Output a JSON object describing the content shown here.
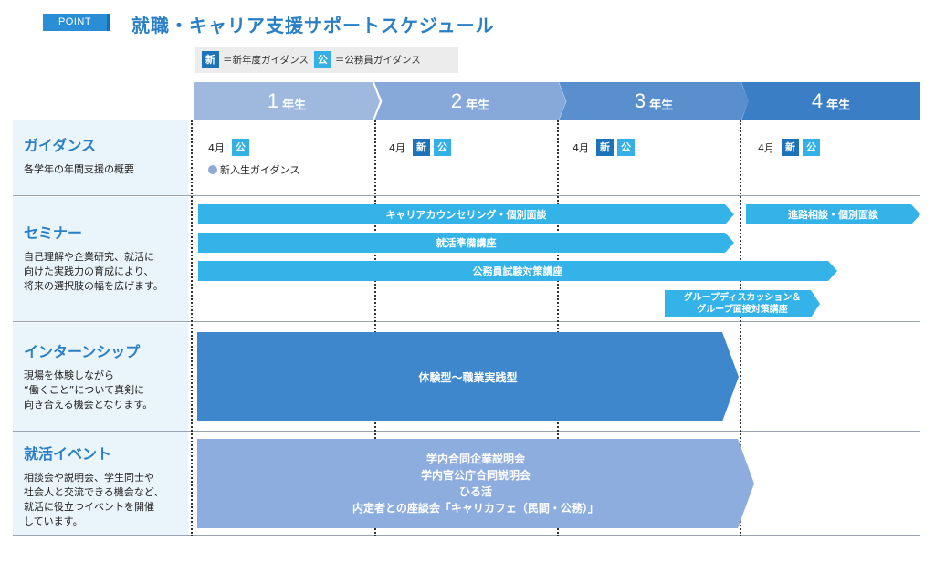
{
  "header": {
    "badge": "POINT",
    "title": "就職・キャリア支援サポートスケジュール"
  },
  "legend": {
    "new_tag": "新",
    "new_text": "＝新年度ガイダンス",
    "pub_tag": "公",
    "pub_text": "＝公務員ガイダンス"
  },
  "years": [
    {
      "num": "1",
      "label": "年生"
    },
    {
      "num": "2",
      "label": "年生"
    },
    {
      "num": "3",
      "label": "年生"
    },
    {
      "num": "4",
      "label": "年生"
    }
  ],
  "rows": {
    "guidance": {
      "title": "ガイダンス",
      "desc": "各学年の年間支援の概要"
    },
    "seminar": {
      "title": "セミナー",
      "desc": "自己理解や企業研究、就活に\n向けた実践力の育成により、\n将来の選択肢の幅を広げます。"
    },
    "intern": {
      "title": "インターンシップ",
      "desc": "現場を体験しながら\n“働くこと”について真剣に\n向き合える機会となります。"
    },
    "event": {
      "title": "就活イベント",
      "desc": "相談会や説明会、学生同士や\n社会人と交流できる機会など、\n就活に役立つイベントを開催\nしています。"
    }
  },
  "guidance_cells": {
    "month": "4月",
    "new_tag": "新",
    "pub_tag": "公",
    "freshman": "新入生ガイダンス"
  },
  "seminars": {
    "counseling": "キャリアカウンセリング・個別面談",
    "career_consult": "進路相談・個別面談",
    "job_prep": "就活準備講座",
    "civil_exam": "公務員試験対策講座",
    "group_line1": "グループディスカッション＆",
    "group_line2": "グループ面接対策講座"
  },
  "internship": {
    "label": "体験型～職業実践型"
  },
  "events": {
    "line1": "学内合同企業説明会",
    "line2": "学内官公庁合同説明会",
    "line3": "ひる活",
    "line4": "内定者との座談会「キャリカフェ（民間・公務）」"
  },
  "colors": {
    "accent": "#2a7fc5",
    "new_tag": "#1e73b8",
    "pub_tag": "#34b0e6",
    "seminar_arrow": "#33b3e8",
    "intern_arrow": "#3f87cc",
    "event_arrow": "#8eaddf"
  }
}
